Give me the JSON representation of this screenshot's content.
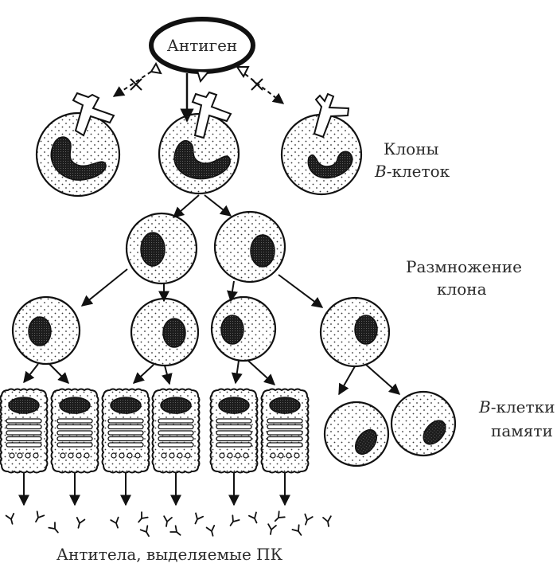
{
  "antigen": {
    "label": "Антиген"
  },
  "labels": {
    "clones": {
      "line1": "Клоны",
      "line2_italic": "B",
      "line2_rest": "-клеток"
    },
    "expansion": {
      "line1": "Размножение",
      "line2": "клона"
    },
    "memory": {
      "line1_italic": "B",
      "line1_rest": "-клетки",
      "line2": "памяти"
    },
    "antibodies": "Антитела, выделяемые ПК"
  },
  "colors": {
    "ink": "#111111",
    "text": "#2a2a2a",
    "paper": "#ffffff",
    "nucleus": "#1c1c1c"
  }
}
